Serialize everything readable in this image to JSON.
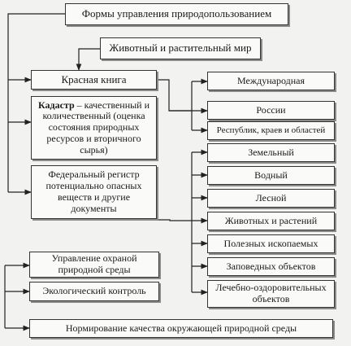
{
  "diagram": {
    "title": "Формы управления природопользованием",
    "subtitle": "Животный и растительный мир",
    "red_book": "Красная книга",
    "cadastre": {
      "term": "Кадастр",
      "description": " – качественный и количественный (оценка состояния природных ресурсов и вторичного сырья)"
    },
    "federal_register": "Федеральный регистр потенциально опасных веществ и другие документы",
    "protection_management": "Управление охраной природной среды",
    "ecological_control": "Экологический контроль",
    "norming": "Нормирование качества окружающей природной среды",
    "red_book_levels": [
      "Международная",
      "России",
      "Республик, краев и областей"
    ],
    "cadastre_types": [
      "Земельный",
      "Водный",
      "Лесной",
      "Животных и растений",
      "Полезных ископаемых",
      "Заповедных объектов",
      "Лечебно-оздоровительных объектов"
    ]
  }
}
